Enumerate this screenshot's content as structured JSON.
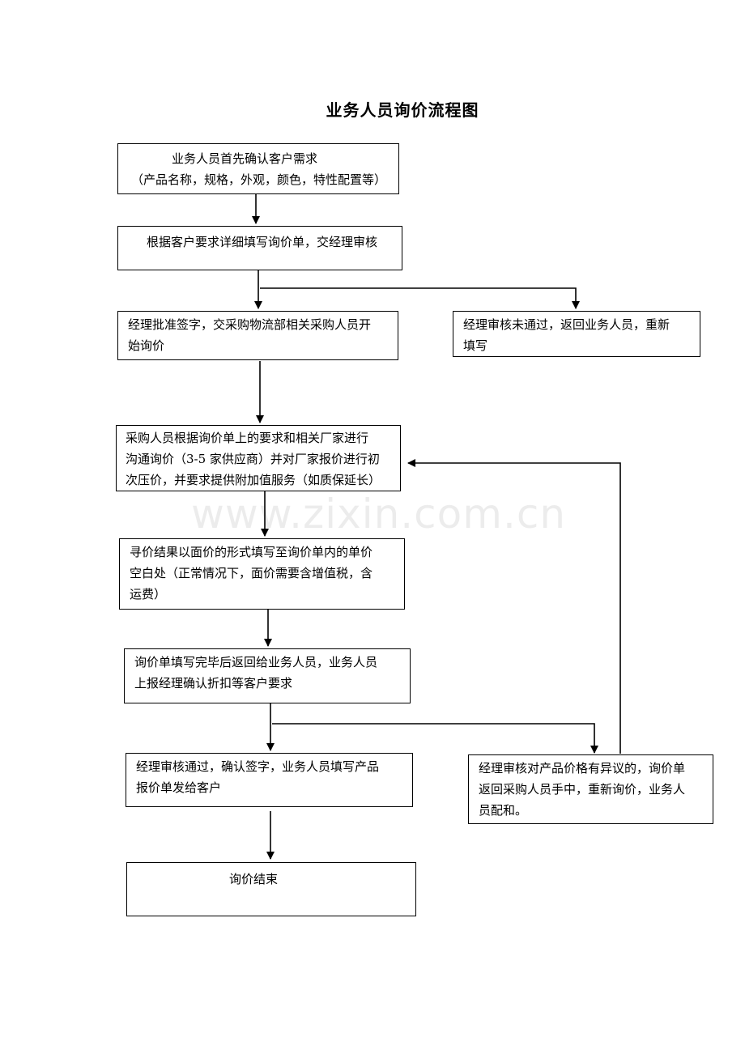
{
  "title": "业务人员询价流程图",
  "boxes": {
    "confirm_needs": [
      "业务人员首先确认客户需求",
      "（产品名称，规格，外观，颜色，特性配置等）"
    ],
    "fill_form": [
      "根据客户要求详细填写询价单，交经理审核"
    ],
    "approve_start": [
      "经理批准签字，交采购物流部相关采购人员开",
      "始询价"
    ],
    "reject_rewrite": [
      "经理审核未通过，返回业务人员，重新",
      "填写"
    ],
    "procurement_inquiry": [
      "采购人员根据询价单上的要求和相关厂家进行",
      "沟通询价（3-5 家供应商）并对厂家报价进行初",
      "次压价，并要求提供附加值服务（如质保延长）"
    ],
    "fill_prices": [
      "寻价结果以面价的形式填写至询价单内的单价",
      "空白处（正常情况下，面价需要含增值税，含",
      "运费）"
    ],
    "return_to_sales": [
      "询价单填写完毕后返回给业务人员，业务人员",
      "上报经理确认折扣等客户要求"
    ],
    "approve_quote": [
      "经理审核通过，确认签字，业务人员填写产品",
      "报价单发给客户"
    ],
    "price_dispute": [
      "经理审核对产品价格有异议的，询价单",
      "返回采购人员手中，重新询价，业务人",
      "员配和。"
    ],
    "end": [
      "询价结束"
    ]
  },
  "watermark": "www.zixin.com.cn"
}
